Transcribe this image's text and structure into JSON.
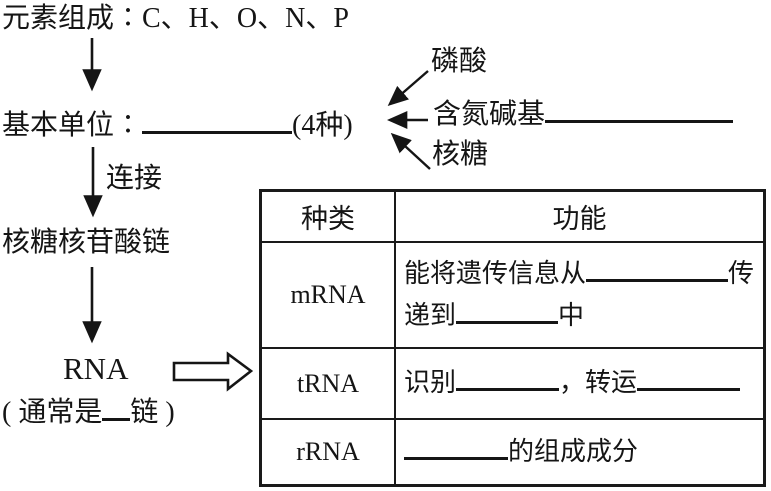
{
  "flow": {
    "elements": "元素组成∶C、H、O、N、P",
    "basic_unit": "基本单位∶",
    "basic_unit_kinds": "(4种)",
    "link": "连接",
    "phosphate": "磷酸",
    "nitrogen_base": "含氮碱基",
    "ribose": "核糖",
    "ribonucleotide_chain": "核糖核苷酸链",
    "rna": "RNA",
    "rna_note_open": "( 通常是",
    "rna_note_close": "链 )"
  },
  "table": {
    "header": {
      "type": "种类",
      "function": "功能"
    },
    "rows": {
      "mrna": {
        "type": "mRNA",
        "f1": "能将遗传信息从",
        "f2": "传递到",
        "f3": "中"
      },
      "trna": {
        "type": "tRNA",
        "f1": "识别",
        "f2": "，转运"
      },
      "rrna": {
        "type": "rRNA",
        "f1": "的组成成分"
      }
    }
  },
  "colors": {
    "ink": "#151515",
    "background": "#ffffff"
  }
}
